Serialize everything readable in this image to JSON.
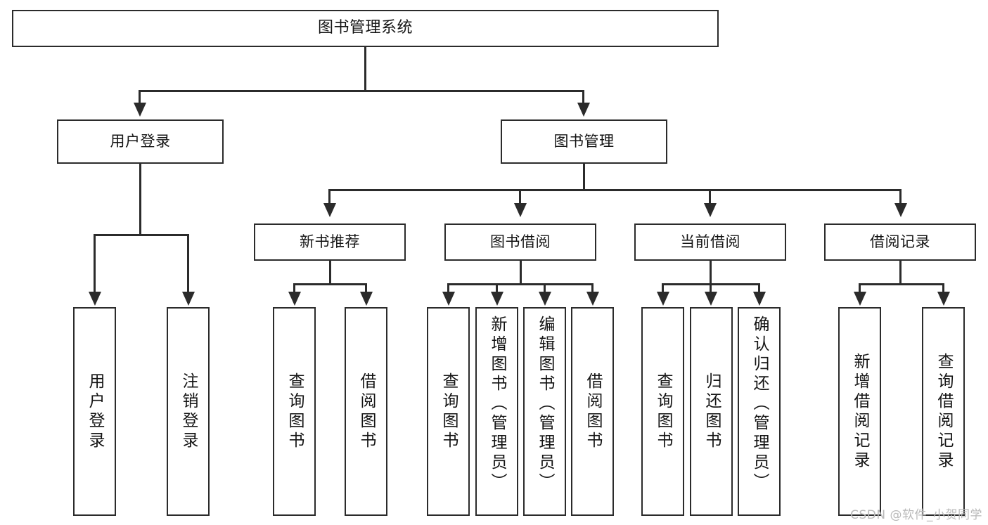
{
  "diagram": {
    "title": "图书管理系统",
    "type": "tree",
    "root": {
      "label": "图书管理系统"
    },
    "level2": [
      {
        "label": "用户登录"
      },
      {
        "label": "图书管理"
      }
    ],
    "level3": [
      {
        "label": "新书推荐"
      },
      {
        "label": "图书借阅"
      },
      {
        "label": "当前借阅"
      },
      {
        "label": "借阅记录"
      }
    ],
    "leaves": {
      "user_login": [
        {
          "label": "用户登录"
        },
        {
          "label": "注销登录"
        }
      ],
      "new_book_recommend": [
        {
          "label": "查询图书"
        },
        {
          "label": "借阅图书"
        }
      ],
      "book_borrow": [
        {
          "label": "查询图书"
        },
        {
          "label": "新增图书（管理员）"
        },
        {
          "label": "编辑图书（管理员）"
        },
        {
          "label": "借阅图书"
        }
      ],
      "current_borrow": [
        {
          "label": "查询图书"
        },
        {
          "label": "归还图书"
        },
        {
          "label": "确认归还（管理员）"
        }
      ],
      "borrow_record": [
        {
          "label": "新增借阅记录"
        },
        {
          "label": "查询借阅记录"
        }
      ]
    }
  },
  "watermark": {
    "text": "CSDN @软件_小贺同学"
  },
  "colors": {
    "stroke": "#2b2b2b",
    "fill": "#ffffff",
    "text": "#141414",
    "watermark": "#b9b9b9"
  }
}
